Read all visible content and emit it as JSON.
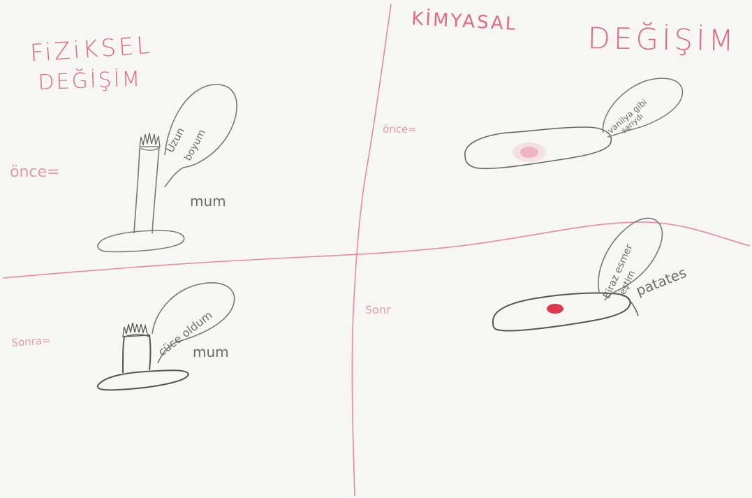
{
  "titles": {
    "physical_line1": "FiZiKSEL",
    "physical_line2": "DEĞİŞİM",
    "chemical_line1": "KİMYASAL",
    "chemical_line2": "DEĞİŞİM"
  },
  "labels": {
    "before_left": "önce=",
    "after_left": "Sonra=",
    "before_right": "önce=",
    "after_right": "Sonr"
  },
  "annotations": {
    "candle_label_1": "mum",
    "candle_label_2": "mum",
    "potato_label": "patates"
  },
  "bubbles": {
    "bubble_1_line1": "Uzun",
    "bubble_1_line2": "boyum",
    "bubble_2": "cüce oldum",
    "bubble_3_line1": "vanilya gibi",
    "bubble_3_line2": "sarıydı",
    "bubble_4_line1": "Biraz esmer",
    "bubble_4_line2": "leştim"
  },
  "colors": {
    "pencil_pink": "#e06b84",
    "pencil_gray": "#6b6b6b",
    "paper": "#f6f6f4",
    "red_spot": "#d9243c"
  }
}
